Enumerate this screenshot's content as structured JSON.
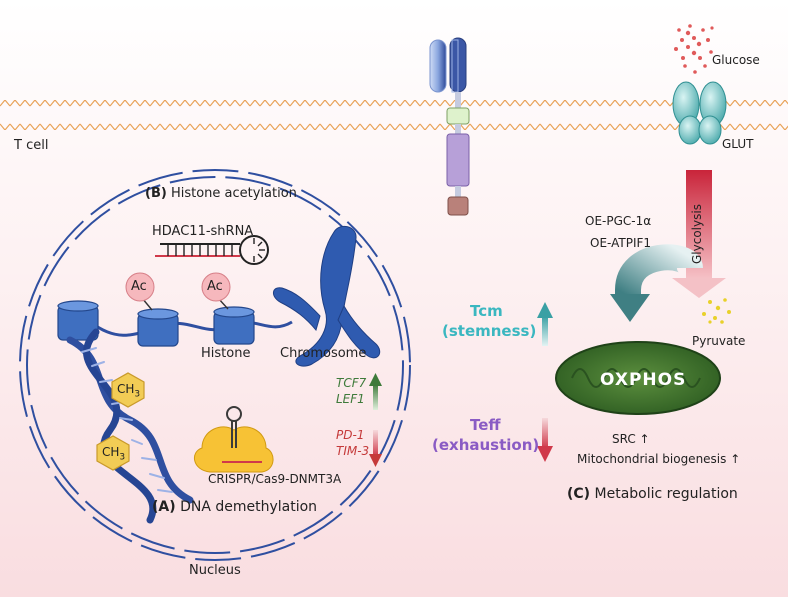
{
  "labels": {
    "glucose": "Glucose",
    "glut": "GLUT",
    "t_cell": "T cell",
    "nucleus": "Nucleus",
    "hdac": "HDAC11-shRNA",
    "ac": "Ac",
    "histone": "Histone",
    "chromosome": "Chromosome",
    "ch3_main": "CH",
    "ch3_sub": "3",
    "crispr": "CRISPR/Cas9-DNMT3A",
    "oe_pgc": "OE-PGC-1α",
    "oe_atpif": "OE-ATPIF1",
    "glycolysis": "Glycolysis",
    "pyruvate": "Pyruvate",
    "oxphos": "OXPHOS",
    "src": "SRC ↑",
    "mito_bio": "Mitochondrial biogenesis ↑",
    "tcm": "Tcm",
    "stemness": "(stemness)",
    "teff": "Teff",
    "exhaustion": "(exhaustion)",
    "tcf7": "TCF7",
    "lef1": "LEF1",
    "pd1": "PD-1",
    "tim3": "TIM-3"
  },
  "sections": {
    "histone_letter": "(B)",
    "histone_title": "Histone acetylation",
    "dna_letter": "(A)",
    "dna_title": "DNA demethylation",
    "metab_letter": "(C)",
    "metab_title": "Metabolic regulation"
  },
  "colors": {
    "membrane": "#e8a257",
    "dna": "#2f4fa0",
    "histone": "#3f6fc0",
    "ac": "#f6b8bd",
    "ch3": "#f2cc55",
    "cas9": "#f7c235",
    "mito": "#3b6e2c",
    "tcm": "#3ab7c0",
    "teff": "#8a5bc4",
    "up_green": "#3e7a3a",
    "down_red": "#c53a3a",
    "glut": "#7ecfcf",
    "glycolysis": "#c9243a"
  },
  "icons": [
    "receptor-icon",
    "glut-transporter-icon",
    "glucose-particles-icon",
    "hairpin-shrna-icon",
    "chromosome-icon",
    "dna-helix-icon",
    "cas9-icon",
    "mitochondrion-icon",
    "arrow-icons"
  ]
}
